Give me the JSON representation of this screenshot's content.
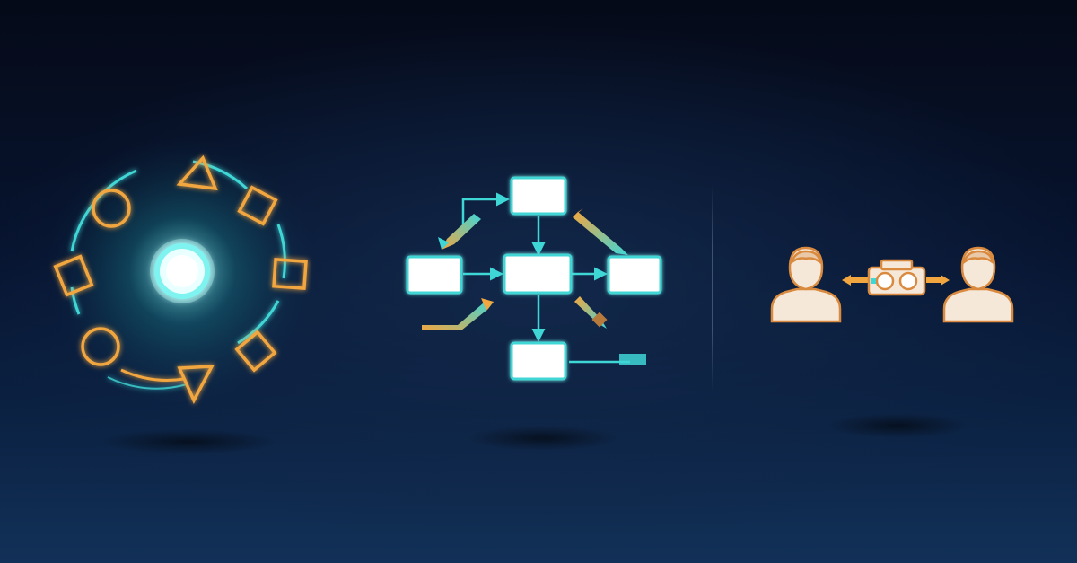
{
  "colors": {
    "background_top": "#050a18",
    "background_bottom": "#123158",
    "accent_cyan": "#3fd6d6",
    "accent_orange": "#f2a640",
    "glow_core": "#e8ffff",
    "box_fill": "#ffffff",
    "person_fill": "#f6e8d8",
    "person_outline": "#d98a3e"
  },
  "panels": [
    {
      "id": "orbit",
      "icons": [
        "circle-icon",
        "triangle-icon",
        "square-icon",
        "square-icon",
        "square-icon",
        "circle-icon",
        "triangle-icon",
        "square-icon"
      ]
    },
    {
      "id": "flowchart",
      "boxes": 5
    },
    {
      "id": "exchange",
      "icons": [
        "person-icon",
        "binoculars-icon",
        "person-icon"
      ]
    }
  ]
}
